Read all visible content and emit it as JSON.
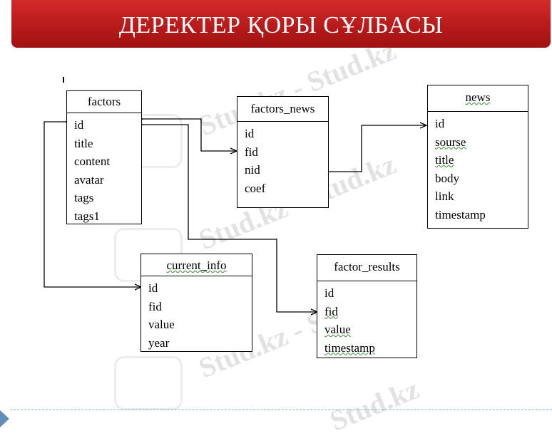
{
  "header": {
    "title": "ДЕРЕКТЕР ҚОРЫ СҰЛБАСЫ"
  },
  "watermark": {
    "text": "Stud.kz",
    "text2": "Stud.kz - Stud.kz"
  },
  "tables": {
    "factors": {
      "name": "factors",
      "fields": [
        "id",
        "title",
        "content",
        "avatar",
        "tags",
        "tags1"
      ]
    },
    "factors_news": {
      "name": "factors_news",
      "fields": [
        "id",
        "fid",
        "nid",
        "coef"
      ]
    },
    "news": {
      "name": "news",
      "fields": [
        "id",
        "sourse",
        "title",
        "body",
        "link",
        "timestamp"
      ]
    },
    "current_info": {
      "name": "current_info",
      "fields": [
        "id",
        "fid",
        "value",
        "year"
      ]
    },
    "factor_results": {
      "name": "factor_results",
      "fields": [
        "id",
        "fid",
        "value",
        "timestamp"
      ]
    }
  },
  "colors": {
    "banner": "#b01717",
    "nav_arrow": "#5f8fb8",
    "squiggle": "#3a8c3a"
  }
}
